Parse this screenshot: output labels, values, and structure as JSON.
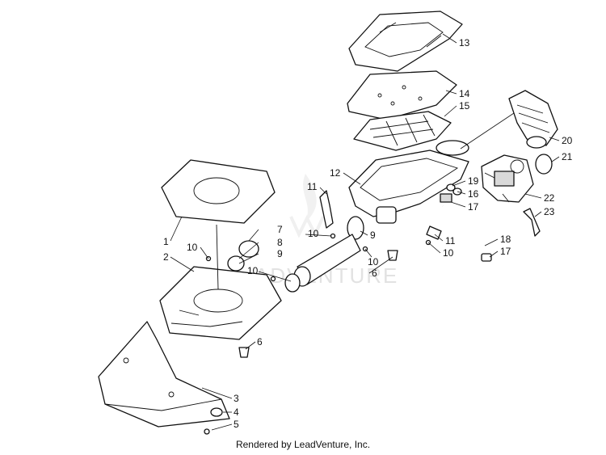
{
  "watermark": "ADVENTURE",
  "footer": "Rendered by LeadVenture, Inc.",
  "callouts": [
    "1",
    "2",
    "3",
    "4",
    "5",
    "6",
    "6",
    "7",
    "8",
    "9",
    "9",
    "10",
    "10",
    "10",
    "10",
    "10",
    "11",
    "11",
    "12",
    "13",
    "14",
    "15",
    "16",
    "17",
    "17",
    "18",
    "19",
    "20",
    "21",
    "22",
    "23"
  ]
}
